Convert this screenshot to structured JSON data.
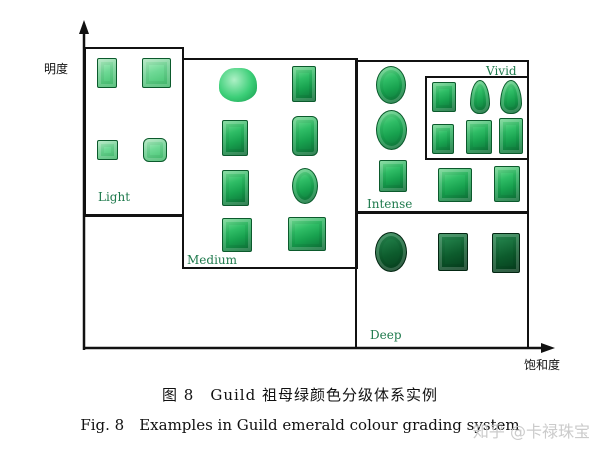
{
  "axes": {
    "y_label": "明度",
    "x_label": "饱和度"
  },
  "categories": {
    "light": "Light",
    "medium": "Medium",
    "intense": "Intense",
    "vivid": "Vivid",
    "deep": "Deep"
  },
  "caption": {
    "cn": "图 8　Guild 祖母绿颜色分级体系实例",
    "en": "Fig. 8　Examples in Guild emerald colour grading system"
  },
  "watermark": "知乎 @卡禄珠宝"
}
